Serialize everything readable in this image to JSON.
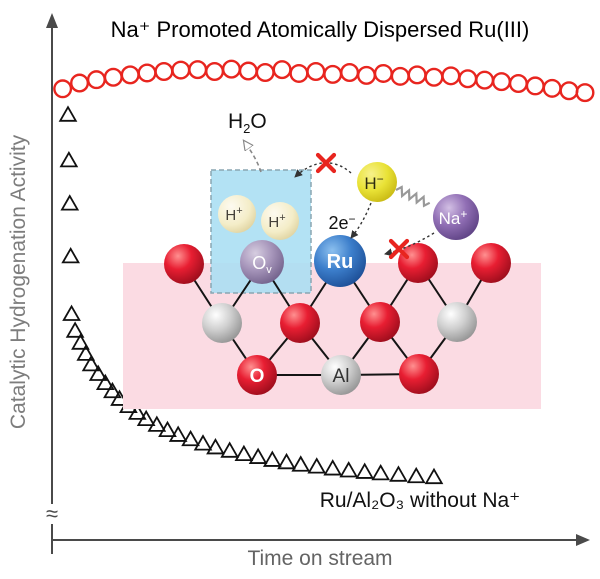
{
  "title": "Na⁺ Promoted Atomically Dispersed Ru(III)",
  "axes": {
    "y_label": "Catalytic Hydrogenation Activity",
    "x_label": "Time on stream",
    "break_symbol": "≈"
  },
  "annotations": {
    "triangle_series_label": "Ru/Al₂O₃ without Na⁺"
  },
  "chart_data": {
    "type": "scatter",
    "title": "Na⁺ Promoted Atomically Dispersed Ru(III)",
    "xlabel": "Time on stream",
    "ylabel": "Catalytic Hydrogenation Activity",
    "xlim": [
      0,
      30
    ],
    "ylim": [
      0,
      100
    ],
    "grid": false,
    "ticks": "none (unlabeled schematic axes with arrowheads, axis break near origin)",
    "legend_position": "in-plot text labels",
    "series": [
      {
        "name": "Na⁺ Promoted Atomically Dispersed Ru(III)",
        "marker": "open-circle",
        "color": "#e8251f",
        "x": [
          0.6,
          1.55,
          2.5,
          3.45,
          4.4,
          5.35,
          6.3,
          7.25,
          8.2,
          9.15,
          10.1,
          11.05,
          12.0,
          12.95,
          13.9,
          14.85,
          15.8,
          16.75,
          17.7,
          18.65,
          19.6,
          20.55,
          21.5,
          22.45,
          23.4,
          24.35,
          25.3,
          26.25,
          27.2,
          28.15,
          29.1,
          30.0
        ],
        "y": [
          94.0,
          95.2,
          95.9,
          96.4,
          96.9,
          97.3,
          97.6,
          97.9,
          98.0,
          97.6,
          98.1,
          97.7,
          97.4,
          98.0,
          97.2,
          97.6,
          97.0,
          97.4,
          96.8,
          97.2,
          96.6,
          96.9,
          96.4,
          96.7,
          96.1,
          95.8,
          95.5,
          95.1,
          94.6,
          94.1,
          93.6,
          93.2
        ]
      },
      {
        "name": "Ru/Al₂O₃ without Na⁺",
        "marker": "open-triangle",
        "color": "#111111",
        "x": [
          0.9,
          0.95,
          1.0,
          1.05,
          1.1,
          1.3,
          1.6,
          1.9,
          2.2,
          2.6,
          3.0,
          3.4,
          3.8,
          4.3,
          4.8,
          5.3,
          5.9,
          6.5,
          7.1,
          7.8,
          8.5,
          9.2,
          10.0,
          10.8,
          11.6,
          12.4,
          13.2,
          14.0,
          14.9,
          15.8,
          16.7,
          17.6,
          18.5,
          19.5,
          20.5,
          21.5
        ],
        "y": [
          88.5,
          79.0,
          70.0,
          59.0,
          47.0,
          43.5,
          41.0,
          38.7,
          36.5,
          34.5,
          32.6,
          30.9,
          29.3,
          27.8,
          26.4,
          25.1,
          23.9,
          22.8,
          21.8,
          20.9,
          20.0,
          19.2,
          18.5,
          17.8,
          17.2,
          16.6,
          16.1,
          15.6,
          15.2,
          14.8,
          14.4,
          14.1,
          13.8,
          13.5,
          13.2,
          13.0
        ]
      }
    ]
  },
  "diagram": {
    "labels": {
      "h2o_base": "H",
      "h2o_sub": "2",
      "h2o_rest": "O",
      "h_plus_base": "H",
      "h_plus_sup": "+",
      "h_minus_base": "H",
      "h_minus_sup": "−",
      "na_base": "Na",
      "na_sup": "+",
      "two_e_base": "2e",
      "two_e_sup": "−",
      "ov_base": "O",
      "ov_sub": "v",
      "ru": "Ru",
      "o": "O",
      "al": "Al"
    },
    "colors": {
      "oxygen": "#e0182d",
      "aluminum": "#c8c8c8",
      "ruthenium": "#3a78c9",
      "sodium": "#8e6fae",
      "hydride": "#e6e030",
      "proton": "#f5efcb",
      "vacancy": "#a393b8",
      "substrate_bg": "#fbdbe3",
      "vacancy_box_bg": "#a9def2",
      "cross": "#e8251f",
      "spring": "#999999"
    }
  }
}
